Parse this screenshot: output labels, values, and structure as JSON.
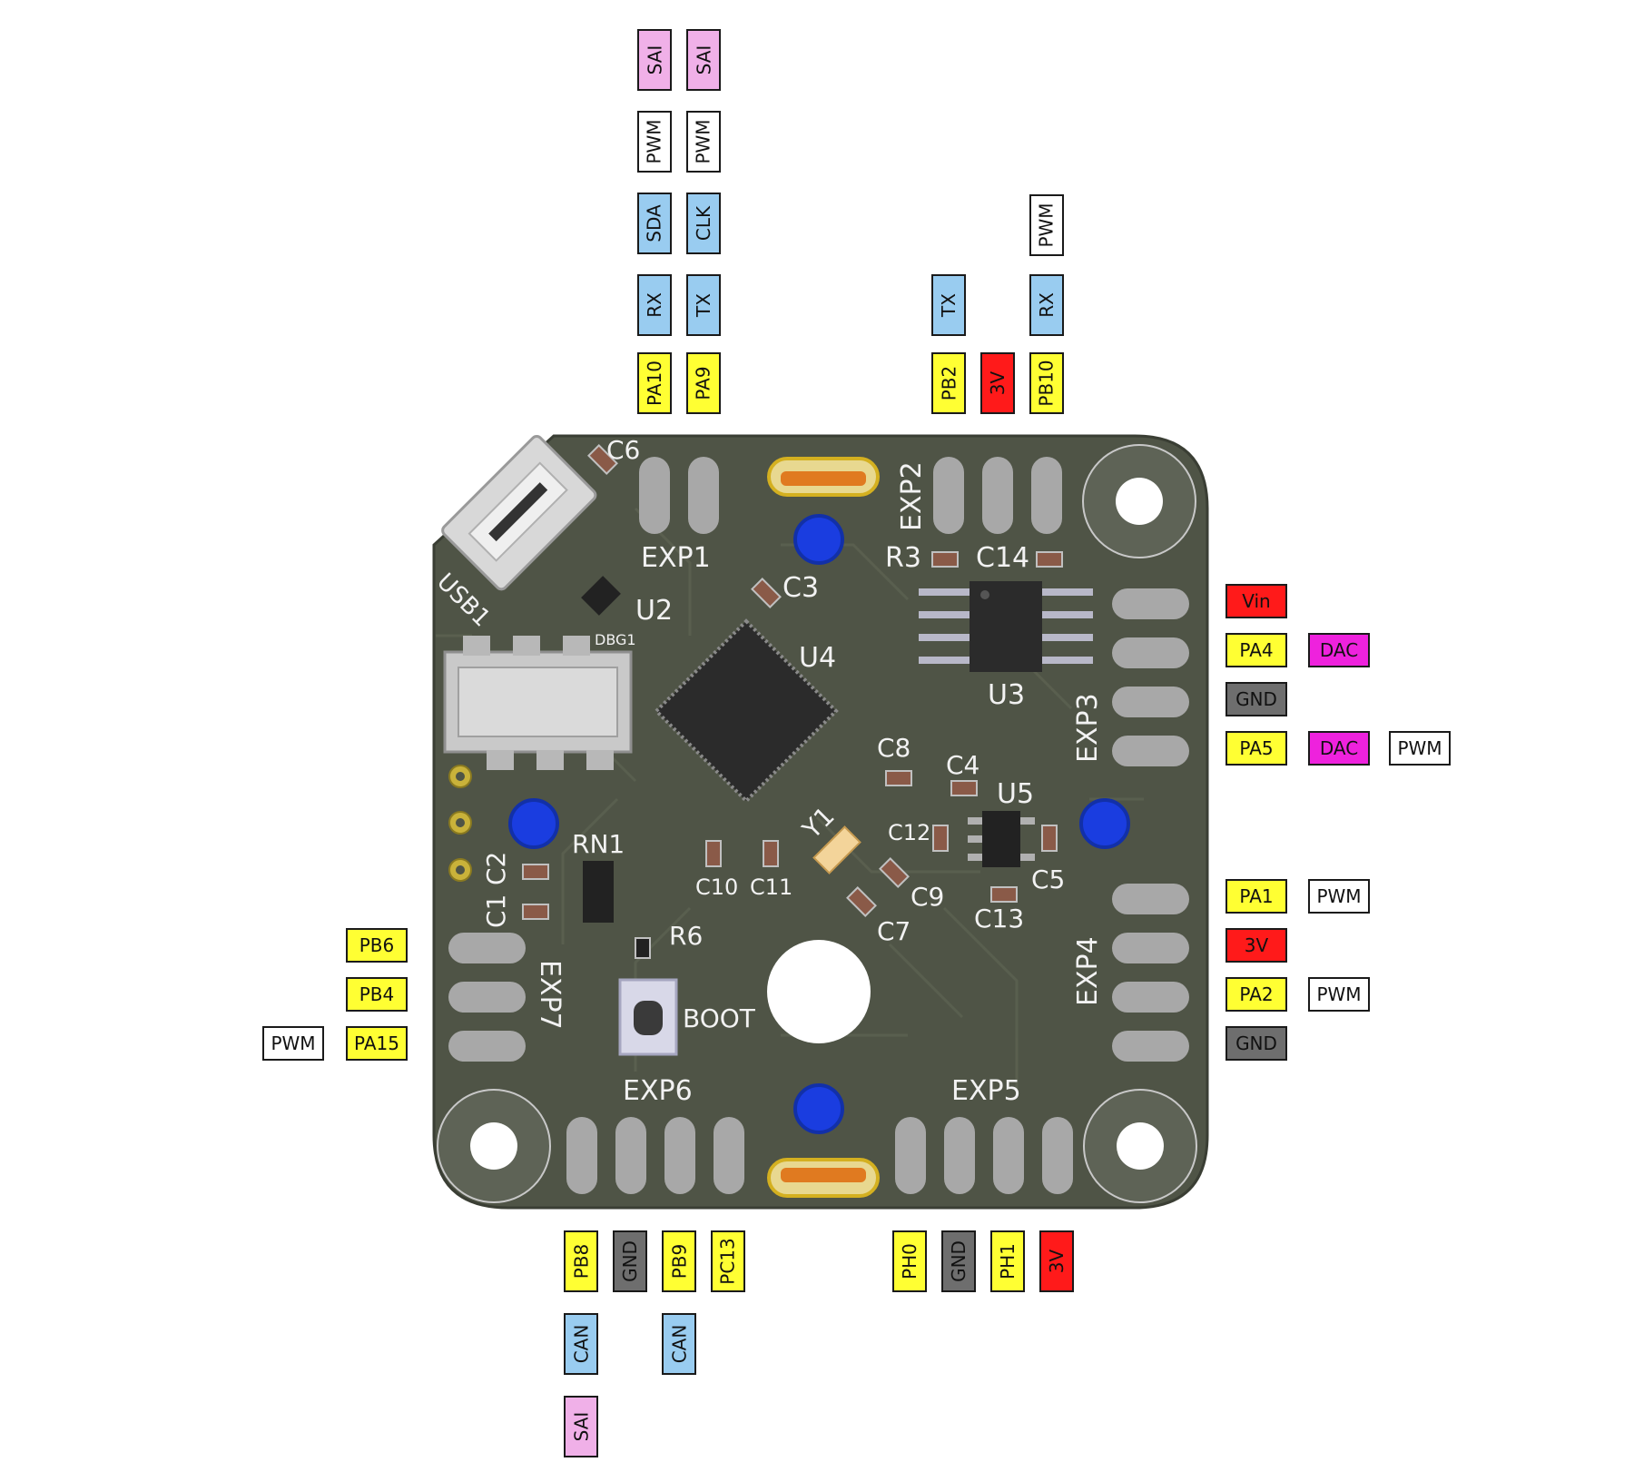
{
  "pcb_labels": {
    "usb1": "USB1",
    "c6": "C6",
    "exp1": "EXP1",
    "c3": "C3",
    "exp2": "EXP2",
    "r3": "R3",
    "c14": "C14",
    "u2": "U2",
    "dbg1": "DBG1",
    "u4": "U4",
    "u3": "U3",
    "exp3": "EXP3",
    "c8": "C8",
    "c4": "C4",
    "u5": "U5",
    "rn1": "RN1",
    "y1": "Y1",
    "c12": "C12",
    "c5": "C5",
    "c2": "C2",
    "c1": "C1",
    "c10": "C10",
    "c11": "C11",
    "c9": "C9",
    "c13": "C13",
    "c7": "C7",
    "r6": "R6",
    "exp4": "EXP4",
    "exp7": "EXP7",
    "boot": "BOOT",
    "exp6": "EXP6",
    "exp5": "EXP5"
  },
  "exp1": {
    "col1": [
      "SAI",
      "PWM",
      "SDA",
      "RX",
      "PA10"
    ],
    "col2": [
      "SAI",
      "PWM",
      "CLK",
      "TX",
      "PA9"
    ]
  },
  "exp2": {
    "pb2_tx": "TX",
    "pb2": "PB2",
    "v3": "3V",
    "pb10_pwm": "PWM",
    "pb10_rx": "RX",
    "pb10": "PB10"
  },
  "exp3": {
    "vin": "Vin",
    "pa4": "PA4",
    "pa4_dac": "DAC",
    "gnd": "GND",
    "pa5": "PA5",
    "pa5_dac": "DAC",
    "pa5_pwm": "PWM"
  },
  "exp4": {
    "pa1": "PA1",
    "pa1_pwm": "PWM",
    "v3": "3V",
    "pa2": "PA2",
    "pa2_pwm": "PWM",
    "gnd": "GND"
  },
  "exp7": {
    "pb6": "PB6",
    "pb4": "PB4",
    "pa15": "PA15",
    "pa15_pwm": "PWM"
  },
  "exp6": {
    "pb8": "PB8",
    "gnd": "GND",
    "pb9": "PB9",
    "pc13": "PC13",
    "pb8_can": "CAN",
    "pb9_can": "CAN",
    "pb8_sai": "SAI"
  },
  "exp5": {
    "ph0": "PH0",
    "gnd": "GND",
    "ph1": "PH1",
    "v3": "3V"
  },
  "colors": {
    "pin": "#ffff33",
    "gnd": "#6e6e6e",
    "power": "#ff1a1a",
    "comm": "#99ccf0",
    "sai": "#f0b0e8",
    "dac": "#ee22dd",
    "pwm": "#ffffff",
    "board": "#4f5446"
  }
}
